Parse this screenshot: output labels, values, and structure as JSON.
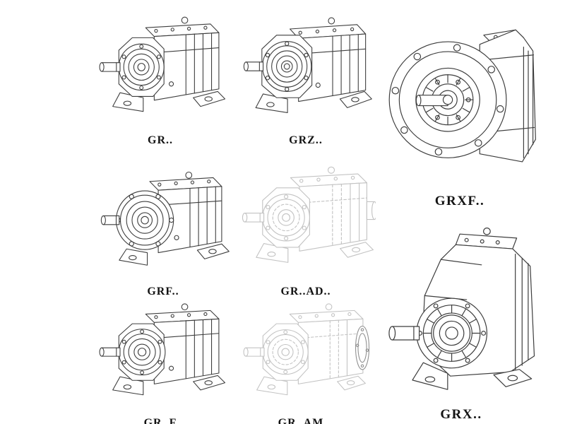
{
  "page": {
    "background_color": "#ffffff",
    "line_color": "#3d3d3d",
    "faded_line_color": "#c3c3c3",
    "label_color": "#141414"
  },
  "figures": [
    {
      "id": "gr",
      "label": "GR..",
      "style": "solid",
      "description": "foot-mounted helical gear reducer"
    },
    {
      "id": "grz",
      "label": "GRZ..",
      "style": "solid",
      "description": "foot-mounted helical gear reducer"
    },
    {
      "id": "grxf",
      "label": "GRXF..",
      "style": "solid",
      "description": "flange-mounted helical gear reducer"
    },
    {
      "id": "grf",
      "label": "GRF..",
      "style": "solid",
      "description": "flange helical gear reducer"
    },
    {
      "id": "grad",
      "label": "GR..AD..",
      "style": "faded",
      "description": "helical gear reducer with input adapter"
    },
    {
      "id": "grff",
      "label": "GR..F",
      "style": "solid",
      "description": "foot-mounted helical gear reducer"
    },
    {
      "id": "gram",
      "label": "GR..AM..",
      "style": "faded",
      "description": "helical gear reducer with motor flange"
    },
    {
      "id": "grx",
      "label": "GRX..",
      "style": "solid",
      "description": "large foot-mounted helical gear reducer"
    }
  ]
}
